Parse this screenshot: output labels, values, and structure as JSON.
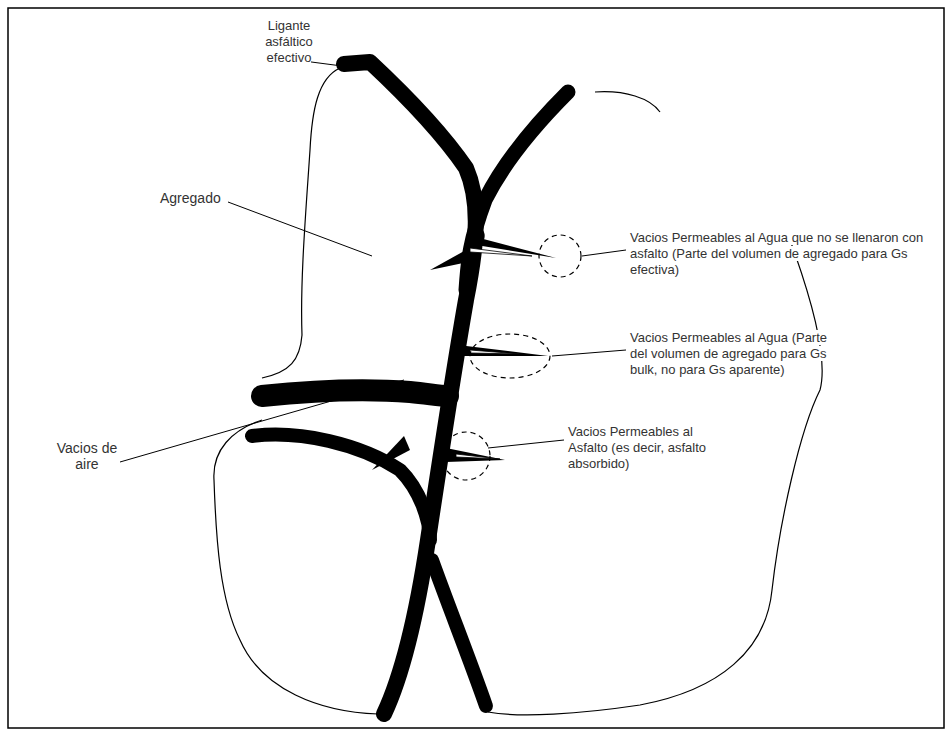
{
  "diagram": {
    "labels": [
      "Ligante asfáltico efectivo",
      "Agregado",
      "Vacios de aire",
      "Vacios Permeables al Agua que no se llenaron con asfalto (Parte del volumen de agregado para Gs efectiva)",
      "Vacios Permeables al Agua (Parte del volumen de agregado para Gs bulk, no para Gs aparente)",
      "Vacios Permeables al Asfalto (es decir, asfalto absorbido)"
    ]
  }
}
